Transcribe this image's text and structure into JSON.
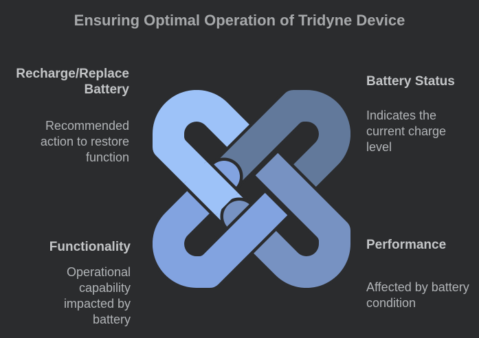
{
  "title": "Ensuring Optimal Operation of Tridyne Device",
  "background_color": "#2b2c2e",
  "quadrants": {
    "top_left": {
      "heading": "Recharge/Replace Battery",
      "body": "Recommended action to restore function"
    },
    "top_right": {
      "heading": "Battery Status",
      "body": "Indicates the current charge level"
    },
    "bottom_left": {
      "heading": "Functionality",
      "body": "Operational capability impacted by battery"
    },
    "bottom_right": {
      "heading": "Performance",
      "body": "Affected by battery condition"
    }
  },
  "knot": {
    "description": "four interlaced celtic-knot loops",
    "gap_color": "#2b2c2e",
    "loops": {
      "top_left": "#9dc2f8",
      "top_right": "#62799b",
      "bottom_right": "#7792c2",
      "bottom_left": "#82a3e0"
    }
  }
}
